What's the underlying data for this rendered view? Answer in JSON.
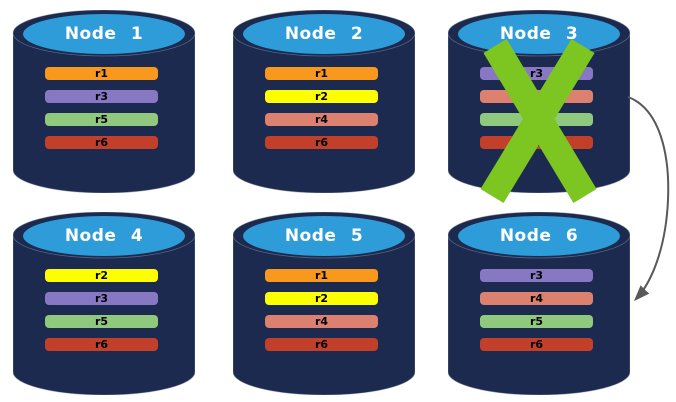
{
  "colors": {
    "background": "#FFFFFF",
    "cylinder_body": "#1B2A4E",
    "cylinder_outline": "#8C96A3",
    "cylinder_top": "#2E9CD9",
    "title_text": "#FFFFFF",
    "bar_text": "#000000",
    "failure_x": "#7DC521",
    "arrow": "#595959"
  },
  "diagram": {
    "nodes": [
      {
        "title": "Node 1",
        "failed": false,
        "replicas": [
          {
            "label": "r1",
            "color": "#F8991D"
          },
          {
            "label": "r3",
            "color": "#8878C3"
          },
          {
            "label": "r5",
            "color": "#90C87E"
          },
          {
            "label": "r6",
            "color": "#C23F2A"
          }
        ]
      },
      {
        "title": "Node 2",
        "failed": false,
        "replicas": [
          {
            "label": "r1",
            "color": "#F8991D"
          },
          {
            "label": "r2",
            "color": "#FDFF00"
          },
          {
            "label": "r4",
            "color": "#DC8070"
          },
          {
            "label": "r6",
            "color": "#C23F2A"
          }
        ]
      },
      {
        "title": "Node 3",
        "failed": true,
        "replicas": [
          {
            "label": "r3",
            "color": "#8878C3"
          },
          {
            "label": "r4",
            "color": "#DC8070"
          },
          {
            "label": "r5",
            "color": "#90C87E"
          },
          {
            "label": "r6",
            "color": "#C23F2A"
          }
        ]
      },
      {
        "title": "Node 4",
        "failed": false,
        "replicas": [
          {
            "label": "r2",
            "color": "#FDFF00"
          },
          {
            "label": "r3",
            "color": "#8878C3"
          },
          {
            "label": "r5",
            "color": "#90C87E"
          },
          {
            "label": "r6",
            "color": "#C23F2A"
          }
        ]
      },
      {
        "title": "Node 5",
        "failed": false,
        "replicas": [
          {
            "label": "r1",
            "color": "#F8991D"
          },
          {
            "label": "r2",
            "color": "#FDFF00"
          },
          {
            "label": "r4",
            "color": "#DC8070"
          },
          {
            "label": "r6",
            "color": "#C23F2A"
          }
        ]
      },
      {
        "title": "Node 6",
        "failed": false,
        "replicas": [
          {
            "label": "r3",
            "color": "#8878C3"
          },
          {
            "label": "r4",
            "color": "#DC8070"
          },
          {
            "label": "r5",
            "color": "#90C87E"
          },
          {
            "label": "r6",
            "color": "#C23F2A"
          }
        ]
      }
    ],
    "failure_marker": {
      "node": "Node 3",
      "color": "#7DC521"
    },
    "arrow": {
      "from": "Node 3",
      "to": "Node 6",
      "color": "#595959"
    }
  }
}
